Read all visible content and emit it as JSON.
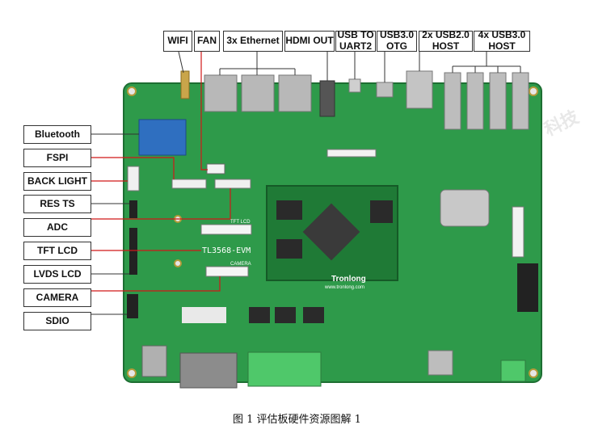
{
  "top_labels": [
    {
      "id": "wifi",
      "text": "WIFI"
    },
    {
      "id": "fan",
      "text": "FAN"
    },
    {
      "id": "ethernet",
      "text": "3x Ethernet"
    },
    {
      "id": "hdmi",
      "text": "HDMI OUT"
    },
    {
      "id": "usb-uart",
      "text": "USB TO\nUART2"
    },
    {
      "id": "usb3-otg",
      "text": "USB3.0\nOTG"
    },
    {
      "id": "usb2-host",
      "text": "2x USB2.0\nHOST"
    },
    {
      "id": "usb3-host",
      "text": "4x USB3.0\nHOST"
    }
  ],
  "left_labels": [
    {
      "id": "bluetooth",
      "text": "Bluetooth"
    },
    {
      "id": "fspi",
      "text": "FSPI"
    },
    {
      "id": "backlight",
      "text": "BACK LIGHT"
    },
    {
      "id": "rests",
      "text": "RES TS"
    },
    {
      "id": "adc",
      "text": "ADC"
    },
    {
      "id": "tftlcd",
      "text": "TFT LCD"
    },
    {
      "id": "lvdslcd",
      "text": "LVDS LCD"
    },
    {
      "id": "camera",
      "text": "CAMERA"
    },
    {
      "id": "sdio",
      "text": "SDIO"
    }
  ],
  "board": {
    "model": "TL3568-EVM",
    "brand": "Tronlong",
    "site": "www.tronlong.com",
    "silk_tft": "TFT LCD",
    "silk_camera": "CAMERA"
  },
  "caption": "图 1 评估板硬件资源图解 1",
  "watermark": "科技",
  "colors": {
    "pcb": "#2e9a4a",
    "pcb_dark": "#1f7a36",
    "connector_red": "#d01818",
    "leader_dark": "#333333"
  }
}
